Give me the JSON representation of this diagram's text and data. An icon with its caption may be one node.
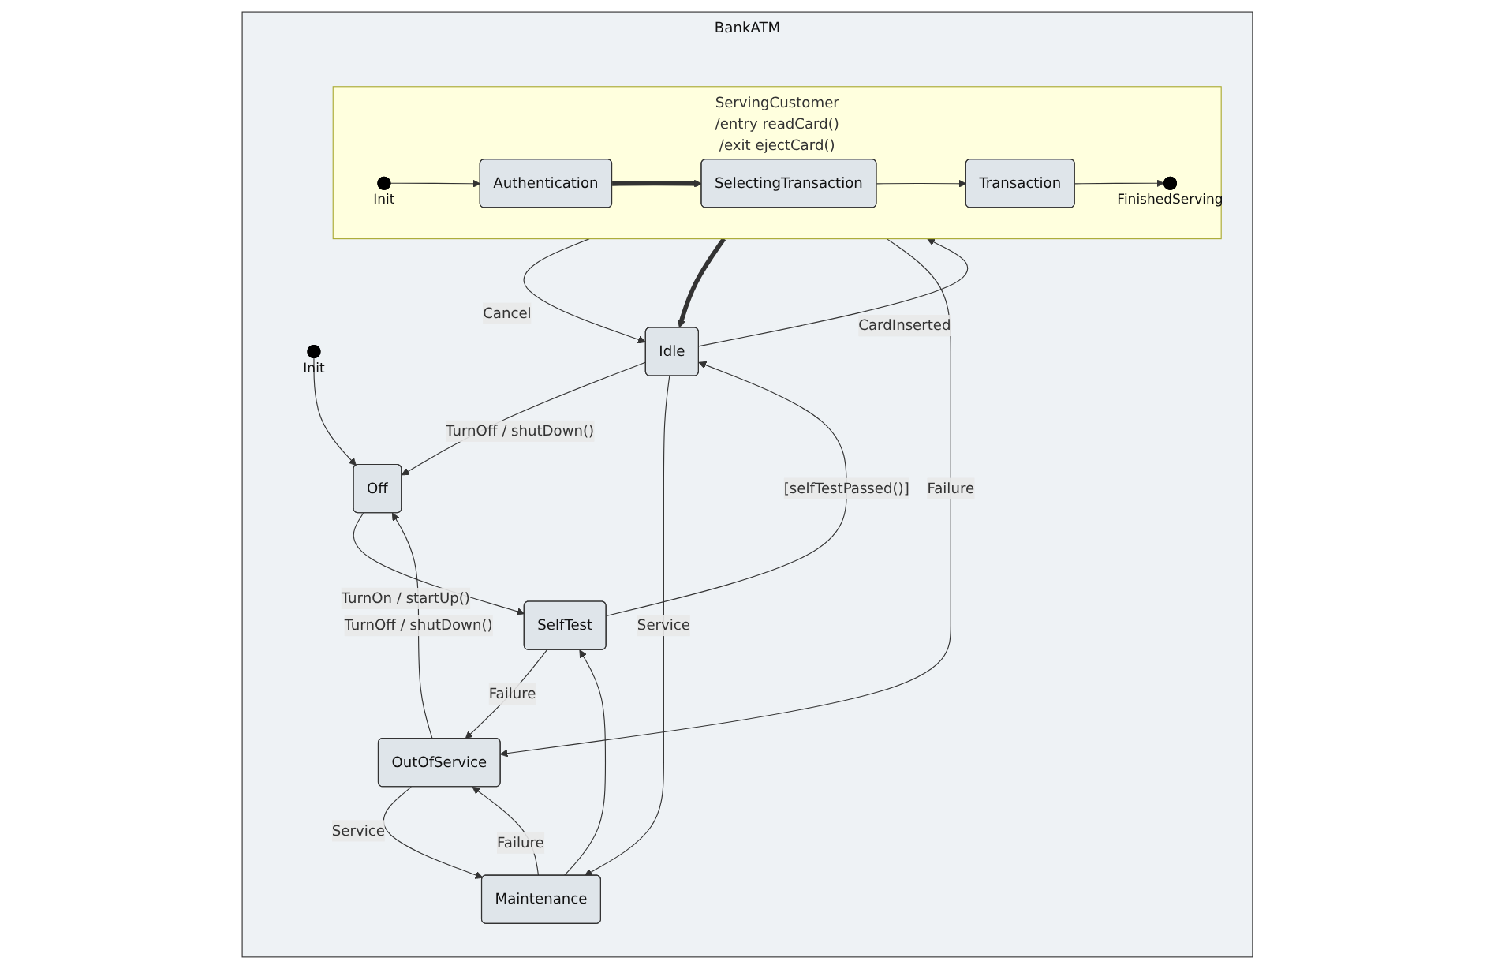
{
  "diagram": {
    "nodes": [
      {
        "text": [
          "BankATM"
        ]
      },
      {
        "text": [],
        "shape": "circle",
        "beside": [
          "Init"
        ],
        "in": 0
      },
      {
        "text": [
          "Off"
        ],
        "in": 0
      },
      {
        "text": [
          "SelfTest"
        ],
        "in": 0
      },
      {
        "text": [
          "Idle"
        ],
        "in": 0
      },
      {
        "text": [
          "Maintenance"
        ],
        "in": 0
      },
      {
        "text": [
          "OutOfService"
        ],
        "in": 0
      },
      {
        "text": [
          "ServingCustomer",
          "/entry readCard()",
          "/exit ejectCard()"
        ],
        "in": 0
      },
      {
        "text": [],
        "shape": "circle",
        "beside": [
          "Init"
        ],
        "in": 7
      },
      {
        "text": [
          "Authentication"
        ],
        "in": 7
      },
      {
        "text": [
          "SelectingTransaction"
        ],
        "in": 7
      },
      {
        "text": [
          "Transaction"
        ],
        "in": 7
      },
      {
        "text": [],
        "shape": "circle",
        "beside": [
          "FinishedServing"
        ],
        "in": 7
      }
    ],
    "edges": [
      {
        "from": 1,
        "to": 2,
        "arrow": "to"
      },
      {
        "from": 2,
        "to": 3,
        "arrow": "to",
        "label": "TurnOn / startUp()"
      },
      {
        "from": 3,
        "to": 4,
        "arrow": "to",
        "label": "[selfTestPassed()]"
      },
      {
        "from": 3,
        "to": 6,
        "arrow": "to",
        "label": "Failure"
      },
      {
        "from": 4,
        "to": 2,
        "arrow": "to",
        "label": "TurnOff / shutDown()"
      },
      {
        "from": 6,
        "to": 2,
        "arrow": "to",
        "label": "TurnOff / shutDown()"
      },
      {
        "from": 4,
        "to": 5,
        "arrow": "to",
        "label": "Service"
      },
      {
        "from": 5,
        "to": 3,
        "arrow": "to"
      },
      {
        "from": 5,
        "to": 6,
        "arrow": "to",
        "label": "Failure"
      },
      {
        "from": 6,
        "to": 5,
        "arrow": "to",
        "label": "Service"
      },
      {
        "from": 4,
        "to": 7,
        "arrow": "to",
        "label": "CardInserted"
      },
      {
        "from": 7,
        "to": 4,
        "arrow": "to",
        "label": "Cancel"
      },
      {
        "from": 7,
        "to": 4,
        "arrow": "to",
        "style": "thick"
      },
      {
        "from": 7,
        "to": 6,
        "arrow": "to",
        "label": "Failure"
      },
      {
        "from": 8,
        "to": 9,
        "arrow": "to"
      },
      {
        "from": 9,
        "to": 10,
        "arrow": "to",
        "style": "thick"
      },
      {
        "from": 10,
        "to": 11,
        "arrow": "to"
      },
      {
        "from": 11,
        "to": 12,
        "arrow": "to"
      }
    ]
  }
}
